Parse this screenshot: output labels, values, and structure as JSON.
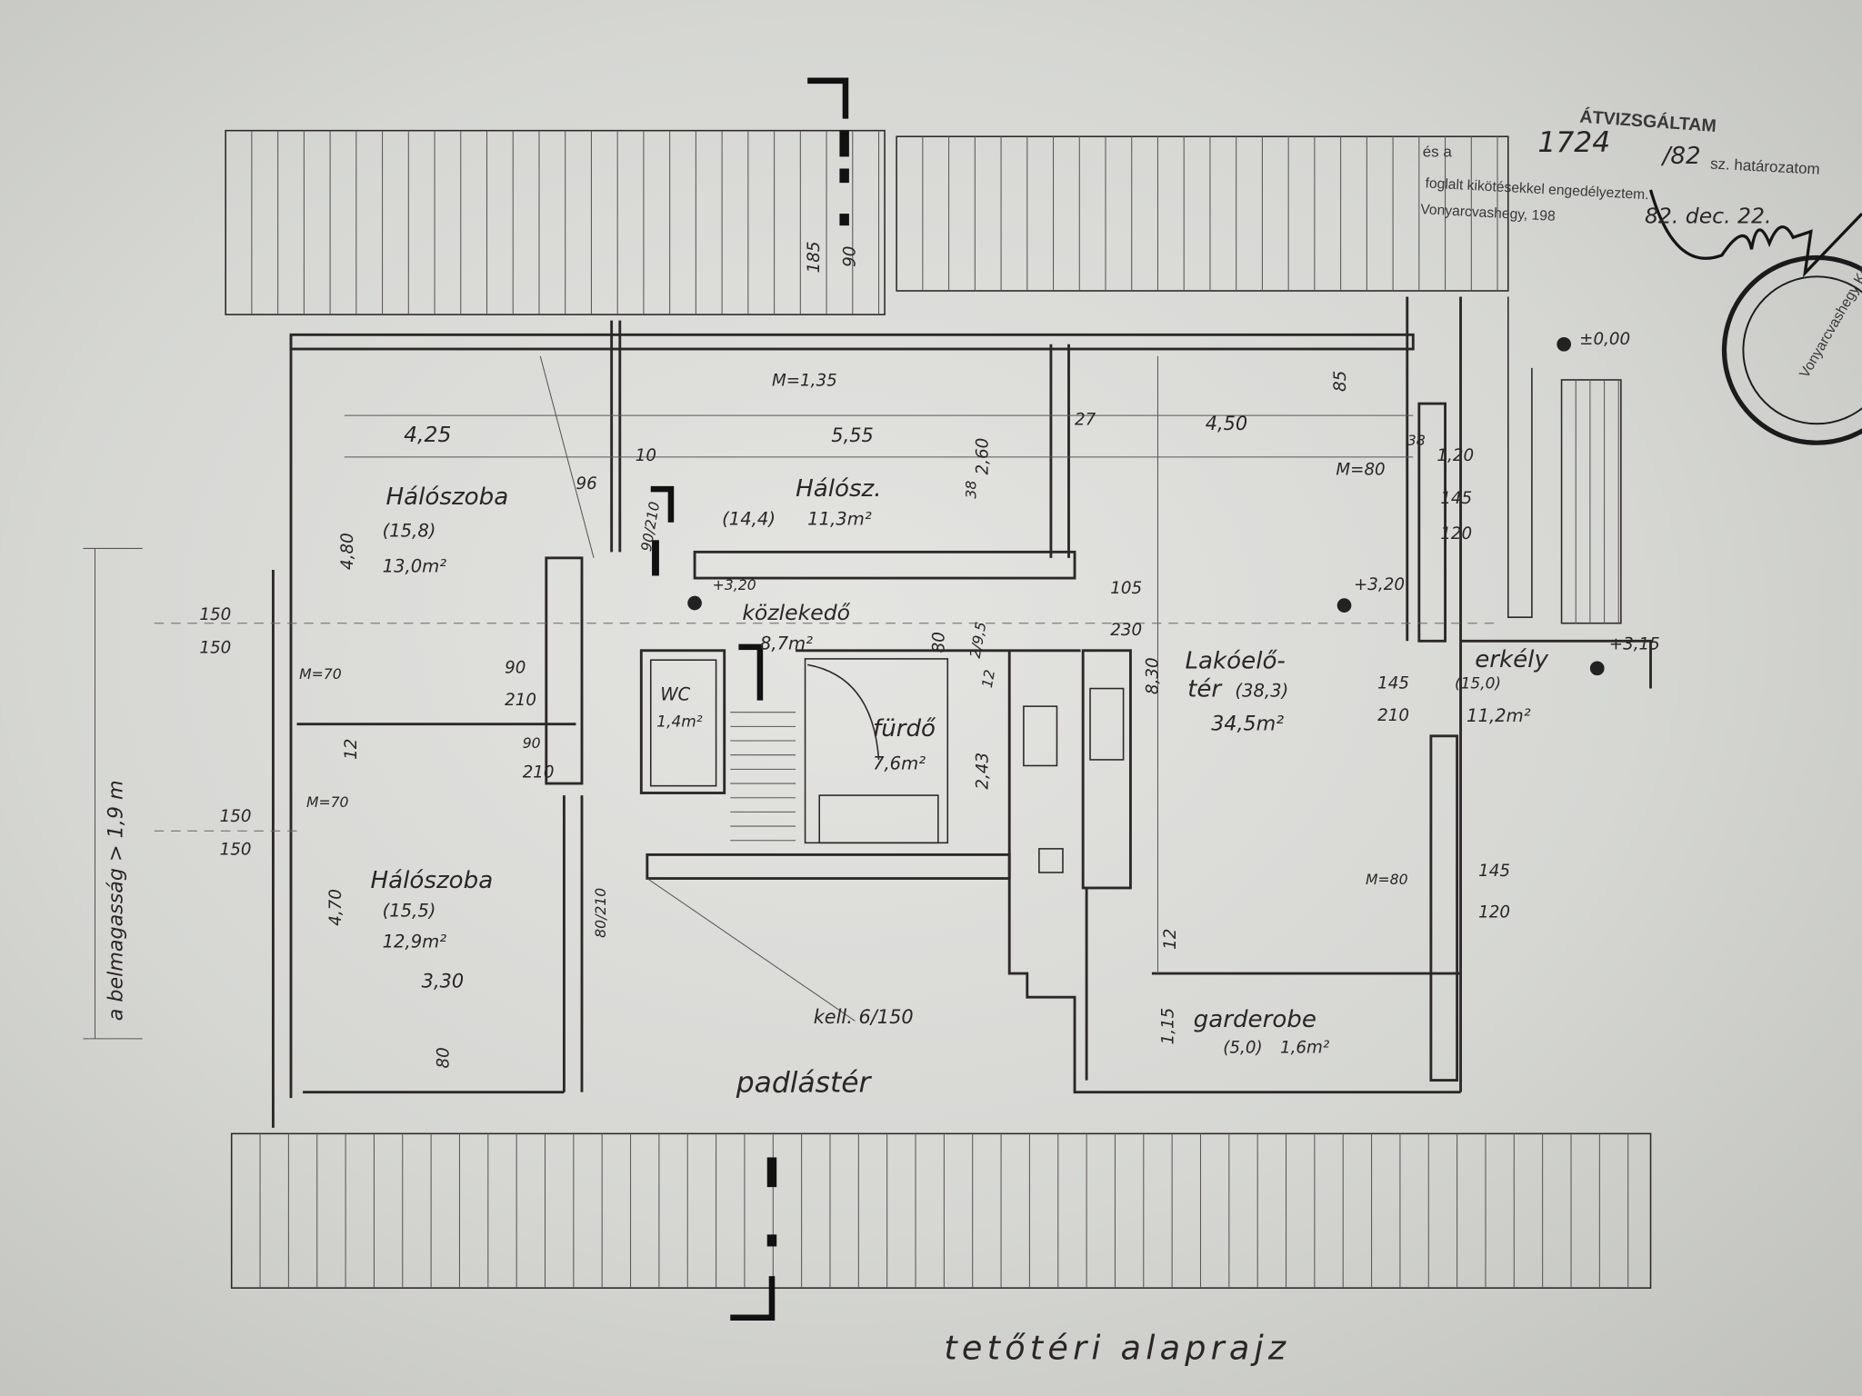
{
  "stamp": {
    "title": "ÁTVIZSGÁLTAM",
    "line1_prefix": "és a",
    "number": "1724",
    "year": "/82",
    "line1_suffix": "sz. határozatom",
    "line2": "foglalt kikötésekkel engedélyeztem.",
    "place": "Vonyarcvashegy, 198",
    "date_hand": "82. dec. 22.",
    "seal_text": "Vonyarcvashegy Községi Tanács"
  },
  "drawing_title": "tetőtéri alaprajz",
  "headroom_note": "a belmagasság > 1,9 m",
  "attic_label": "padlástér",
  "vent_note": "kell. 6/150",
  "rooms": [
    {
      "name": "Hálószoba",
      "gross": "(15,8)",
      "area": "13,0m²"
    },
    {
      "name": "Hálósz.",
      "gross": "(14,4)",
      "area": "11,3m²"
    },
    {
      "name": "közlekedő",
      "area": "8,7m²"
    },
    {
      "name": "WC",
      "area": "1,4m²"
    },
    {
      "name": "fürdő",
      "area": "7,6m²"
    },
    {
      "name": "Lakóelő-",
      "name2": "tér",
      "gross": "(38,3)",
      "area": "34,5m²"
    },
    {
      "name": "erkély",
      "gross": "(15,0)",
      "area": "11,2m²"
    },
    {
      "name": "Hálószoba",
      "gross": "(15,5)",
      "area": "12,9m²",
      "extra": "3,30"
    },
    {
      "name": "garderobe",
      "gross": "(5,0)",
      "area": "1,6m²"
    }
  ],
  "dimensions": {
    "d425": "4,25",
    "d555": "5,55",
    "d450": "4,50",
    "d10": "10",
    "d27": "27",
    "d26": "2,60",
    "d85": "85",
    "d38a": "38",
    "d120a": "1,20",
    "d145a": "145",
    "d120b": "120",
    "m80a": "M=80",
    "m135": "M=1,35",
    "d96": "96",
    "d90_210": "90/210",
    "d38b": "38",
    "lvl320a": "+3,20",
    "d105": "105",
    "d230": "230",
    "d830": "8,30",
    "lvl320b": "+3,20",
    "lvl315": "+3,15",
    "lvl000": "±0,00",
    "d145b": "145",
    "d210b": "210",
    "d150a": "150",
    "d150b": "150",
    "d150c": "150",
    "d150d": "150",
    "m70a": "M=70",
    "d90a": "90",
    "d210a": "210",
    "d90b": "90",
    "d210c": "210",
    "m70b": "M=70",
    "d12a": "12",
    "d480": "4,80",
    "d470": "4,70",
    "d80_210": "80/210",
    "d80": "80",
    "d243": "2,43",
    "m80b": "M=80",
    "d145c": "145",
    "d120c": "120",
    "d12b": "12",
    "d115": "1,15",
    "d185": "185",
    "d90c": "90",
    "d80b": "80",
    "d195": "2/9,5",
    "d12c": "12"
  },
  "colors": {
    "paper": "#dcdcd8",
    "ink": "#2c2828"
  }
}
